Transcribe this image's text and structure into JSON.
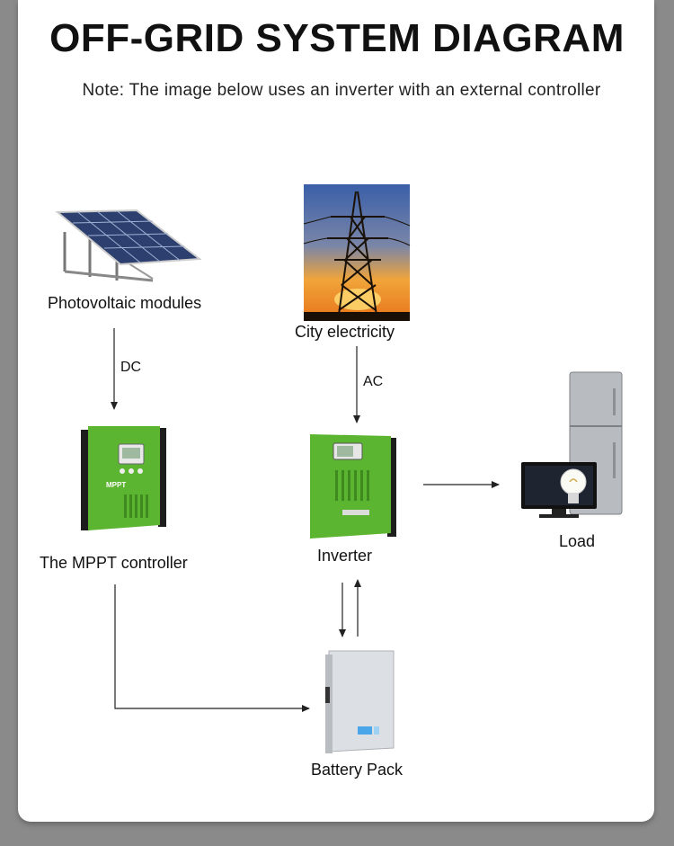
{
  "title": "OFF-GRID SYSTEM DIAGRAM",
  "note": "Note: The image below uses an inverter with an external controller",
  "nodes": {
    "pv": "Photovoltaic modules",
    "grid": "City electricity",
    "mppt": "The MPPT controller",
    "inverter": "Inverter",
    "load": "Load",
    "battery": "Battery Pack"
  },
  "edges": {
    "pv_to_mppt": "DC",
    "grid_to_inverter": "AC"
  },
  "device_text": {
    "mppt_brand": "MPPT"
  },
  "colors": {
    "device_green": "#5cb531",
    "device_dark": "#1d1d1d",
    "battery_gray": "#dcdfe3",
    "arrow": "#222222"
  }
}
